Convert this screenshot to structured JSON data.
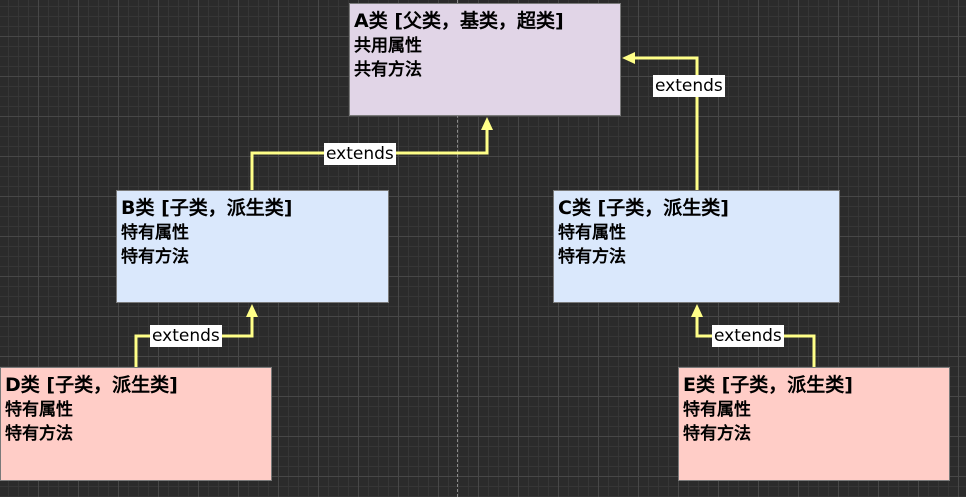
{
  "colors": {
    "background": "#2b2b2b",
    "connector": "#ffff88",
    "parent_fill": "#e1d5e7",
    "child_fill": "#dae8fc",
    "grandchild_fill": "#ffcdc7"
  },
  "nodes": {
    "a": {
      "title": "A类 [父类，基类，超类]",
      "line1": "共用属性",
      "line2": "共有方法",
      "color": "#e1d5e7"
    },
    "b": {
      "title": "B类 [子类，派生类]",
      "line1": "特有属性",
      "line2": "特有方法",
      "color": "#dae8fc"
    },
    "c": {
      "title": "C类 [子类，派生类]",
      "line1": "特有属性",
      "line2": "特有方法",
      "color": "#dae8fc"
    },
    "d": {
      "title": "D类 [子类，派生类]",
      "line1": "特有属性",
      "line2": "特有方法",
      "color": "#ffcdc7"
    },
    "e": {
      "title": "E类 [子类，派生类]",
      "line1": "特有属性",
      "line2": "特有方法",
      "color": "#ffcdc7"
    }
  },
  "edges": [
    {
      "from": "b",
      "to": "a",
      "label": "extends"
    },
    {
      "from": "c",
      "to": "a",
      "label": "extends"
    },
    {
      "from": "d",
      "to": "b",
      "label": "extends"
    },
    {
      "from": "e",
      "to": "c",
      "label": "extends"
    }
  ]
}
